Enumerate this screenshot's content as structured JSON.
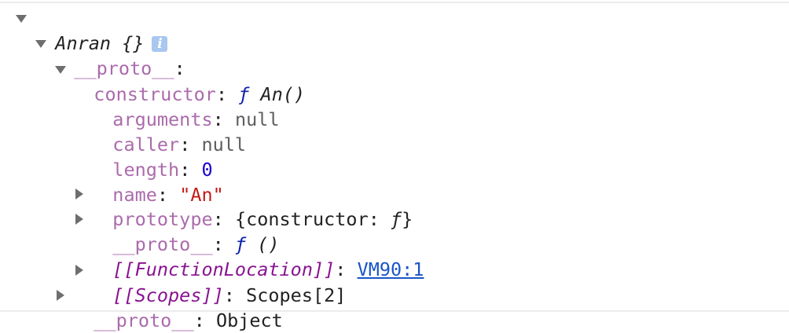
{
  "tree": {
    "root": {
      "label": "Anran {}",
      "info_icon": "i",
      "expanded": true
    },
    "proto1": {
      "key": "__proto__",
      "expanded": true
    },
    "constructor": {
      "key": "constructor",
      "f": "ƒ",
      "value": "An()",
      "expanded": true
    },
    "arguments": {
      "key": "arguments",
      "value": "null"
    },
    "caller": {
      "key": "caller",
      "value": "null"
    },
    "length": {
      "key": "length",
      "value": "0"
    },
    "name": {
      "key": "name",
      "value": "\"An\""
    },
    "prototype": {
      "key": "prototype",
      "value_open": "{constructor: ",
      "f": "ƒ",
      "value_close": "}",
      "expanded": false
    },
    "proto2": {
      "key": "__proto__",
      "f": "ƒ",
      "value": "()",
      "expanded": false
    },
    "location": {
      "key": "[[FunctionLocation]]",
      "value": "VM90:1"
    },
    "scopes": {
      "key": "[[Scopes]]",
      "value": "Scopes[2]",
      "expanded": false
    },
    "proto3": {
      "key": "__proto__",
      "value": "Object",
      "expanded": false
    }
  },
  "colors": {
    "key": "#ab6bac",
    "internal_key": "#881391",
    "number": "#1c00cf",
    "string": "#c41a16",
    "link": "#1a55c8",
    "function": "#0d22aa"
  }
}
